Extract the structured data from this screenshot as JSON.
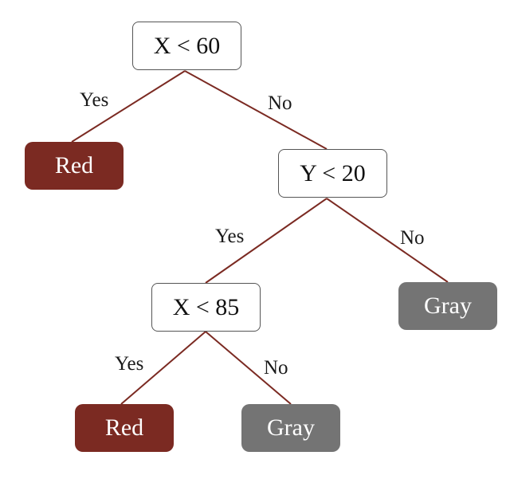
{
  "tree": {
    "root": {
      "label": "X < 60",
      "yes_label": "Yes",
      "no_label": "No"
    },
    "level2": {
      "label": "Y < 20",
      "yes_label": "Yes",
      "no_label": "No"
    },
    "level3": {
      "label": "X < 85",
      "yes_label": "Yes",
      "no_label": "No"
    },
    "leaves": {
      "root_yes": "Red",
      "level2_no": "Gray",
      "level3_yes": "Red",
      "level3_no": "Gray"
    }
  },
  "colors": {
    "edge": "#7b2a22",
    "red_leaf": "#7b2a22",
    "gray_leaf": "#747474",
    "decision_border": "#555555"
  }
}
